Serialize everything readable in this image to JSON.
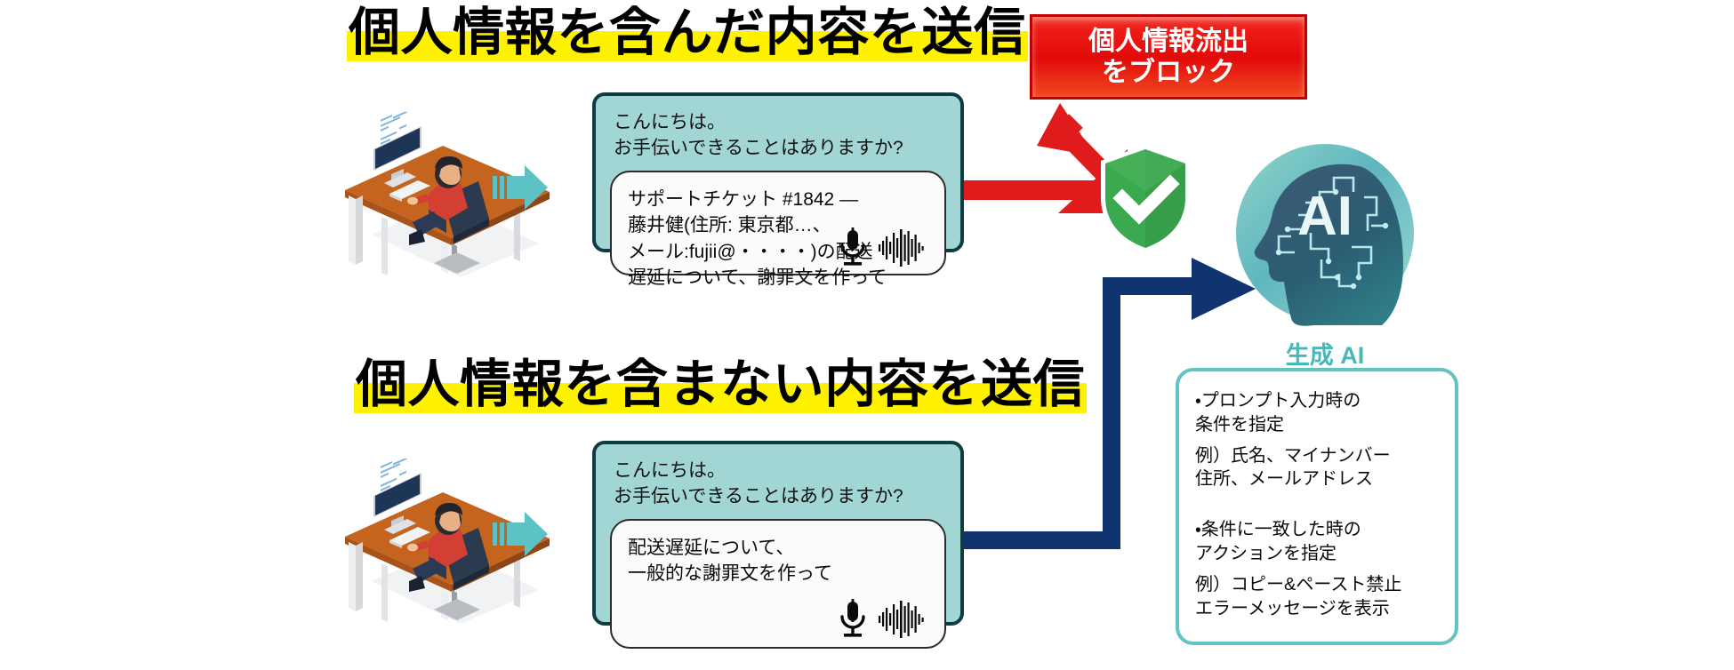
{
  "headings": {
    "with_pii": "個人情報を含んだ内容を送信",
    "without_pii": "個人情報を含まない内容を送信"
  },
  "block_banner": {
    "line1": "個人情報流出",
    "line2": "をブロック",
    "bg_color": "#e20a0a",
    "border_color": "#c00000",
    "text_color": "#ffffff"
  },
  "bubbles": [
    {
      "greeting": "こんにちは。\nお手伝いできることはありますか?",
      "prompt": "サポートチケット #1842  ―\n藤井健(住所: 東京都…、\nメール:fujii@・・・・)の配送\n遅延について、謝罪文を作って",
      "mic_icon": "microphone-icon",
      "waveform_icon": "audio-waveform-icon",
      "bg_color": "#a2d6d5",
      "border_color": "#0f3b42"
    },
    {
      "greeting": "こんにちは。\nお手伝いできることはありますか?",
      "prompt": "配送遅延について、\n 一般的な謝罪文を作って",
      "mic_icon": "microphone-icon",
      "waveform_icon": "audio-waveform-icon",
      "bg_color": "#a2d6d5",
      "border_color": "#0f3b42"
    }
  ],
  "shield": {
    "icon": "shield-check-icon",
    "color": "#3aa94f"
  },
  "ai": {
    "label": "生成 AI",
    "head_icon": "ai-brain-head-icon",
    "monogram": "AI",
    "label_color": "#49b7b7"
  },
  "info_panel": {
    "border_color": "#63c3c3",
    "groups": [
      {
        "head": "・プロンプト入力時の\n 条件を指定",
        "example": "例）氏名、マイナンバー\n    住所、メールアドレス"
      },
      {
        "head": "・条件に一致した時の\n アクションを指定",
        "example": "例）コピー&ペースト禁止\n    エラーメッセージを表示"
      }
    ]
  },
  "arrows": {
    "teal_step": {
      "icon": "teal-block-arrow-right-icon",
      "color": "#5cc2c5"
    },
    "blocked_flow": {
      "icon": "red-arrow-blocked-icon",
      "color": "#e01b1b"
    },
    "allowed_flow": {
      "icon": "navy-arrow-allowed-icon",
      "color": "#10356e"
    }
  },
  "desk_scene": {
    "icon": "person-at-desk-workstation-icon",
    "desk_color": "#c4641f",
    "shirt_color": "#d43f33",
    "monitor_color": "#1d3557"
  }
}
